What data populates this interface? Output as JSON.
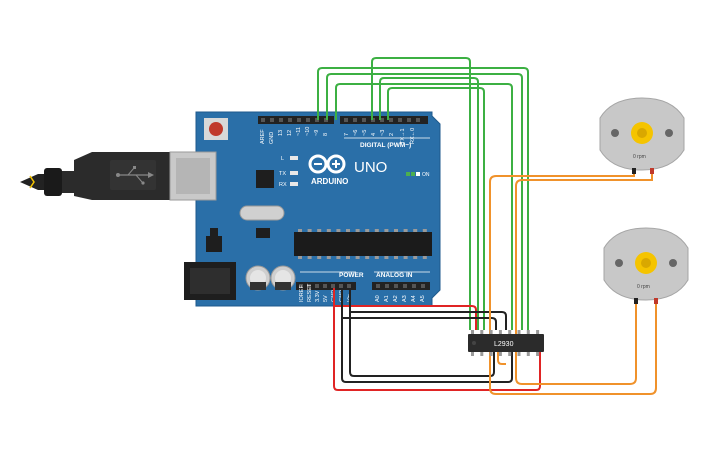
{
  "board": {
    "brand": "ARDUINO",
    "model": "UNO",
    "on_label": "ON",
    "digital_header_label": "DIGITAL (PWM~)",
    "power_label": "POWER",
    "analog_label": "ANALOG IN",
    "led_labels": [
      "L",
      "TX",
      "RX"
    ],
    "digital_pins": [
      "AREF",
      "GND",
      "13",
      "12",
      "~11",
      "~10",
      "~9",
      "8",
      "7",
      "~6",
      "~5",
      "4",
      "~3",
      "2",
      "TX→1",
      "RX←0"
    ],
    "power_pins": [
      "IOREF",
      "RESET",
      "3.3V",
      "5V",
      "GND",
      "GND",
      "Vin"
    ],
    "analog_pins": [
      "A0",
      "A1",
      "A2",
      "A3",
      "A4",
      "A5"
    ],
    "colors": {
      "pcb": "#2a6fa8",
      "pcb_edge": "#1f5a8c",
      "header": "#222222"
    }
  },
  "ic": {
    "label": "L2930",
    "color": "#2b2b2b"
  },
  "motors": [
    {
      "name": "motor-top",
      "speed_label": "0 rpm"
    },
    {
      "name": "motor-bottom",
      "speed_label": "0 rpm"
    }
  ],
  "wire_colors": {
    "green": "#3cb043",
    "orange": "#f0922b",
    "red": "#e02424",
    "black": "#222222"
  }
}
